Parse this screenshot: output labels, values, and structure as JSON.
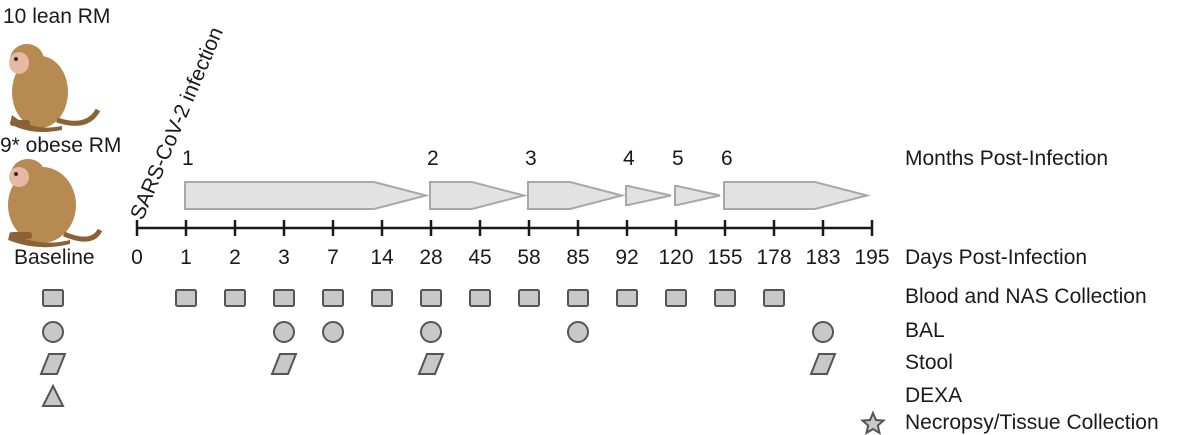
{
  "groups": {
    "lean_label": "10 lean RM",
    "obese_label": "9* obese RM",
    "baseline_label": "Baseline"
  },
  "infection_label": "SARS-CoV-2 infection",
  "months": {
    "axis_label": "Months Post-Infection",
    "items": [
      {
        "label": "1",
        "start_index": 1,
        "end_index": 6
      },
      {
        "label": "2",
        "start_index": 6,
        "end_index": 8
      },
      {
        "label": "3",
        "start_index": 8,
        "end_index": 10
      },
      {
        "label": "4",
        "start_index": 10,
        "end_index": 11
      },
      {
        "label": "5",
        "start_index": 11,
        "end_index": 12
      },
      {
        "label": "6",
        "start_index": 12,
        "end_index": 15
      }
    ]
  },
  "days": {
    "axis_label": "Days Post-Infection",
    "ticks": [
      "0",
      "1",
      "2",
      "3",
      "7",
      "14",
      "28",
      "45",
      "58",
      "85",
      "92",
      "120",
      "155",
      "178",
      "183",
      "195"
    ]
  },
  "legend": [
    {
      "shape": "square",
      "label": "Blood and NAS Collection"
    },
    {
      "shape": "circle",
      "label": "BAL"
    },
    {
      "shape": "parallelogram",
      "label": "Stool"
    },
    {
      "shape": "triangle",
      "label": "DEXA"
    },
    {
      "shape": "star",
      "label": "Necropsy/Tissue Collection"
    }
  ],
  "samples": {
    "square": {
      "baseline": true,
      "days": [
        "1",
        "2",
        "3",
        "7",
        "14",
        "28",
        "45",
        "58",
        "85",
        "92",
        "120",
        "155",
        "178"
      ]
    },
    "circle": {
      "baseline": true,
      "days": [
        "3",
        "7",
        "28",
        "85",
        "183"
      ]
    },
    "parallelogram": {
      "baseline": true,
      "days": [
        "3",
        "28",
        "183"
      ]
    },
    "triangle": {
      "baseline": true,
      "days": []
    },
    "star": {
      "baseline": false,
      "days": []
    }
  },
  "colors": {
    "shape_fill": "#c8c8c8",
    "shape_stroke": "#555555",
    "arrow_fill": "#e2e2e2",
    "arrow_stroke": "#a8a8a8",
    "axis": "#1a1a1a",
    "monkey_fur": "#b78a52",
    "monkey_dark": "#8a6236",
    "monkey_face": "#e8b9a2"
  }
}
